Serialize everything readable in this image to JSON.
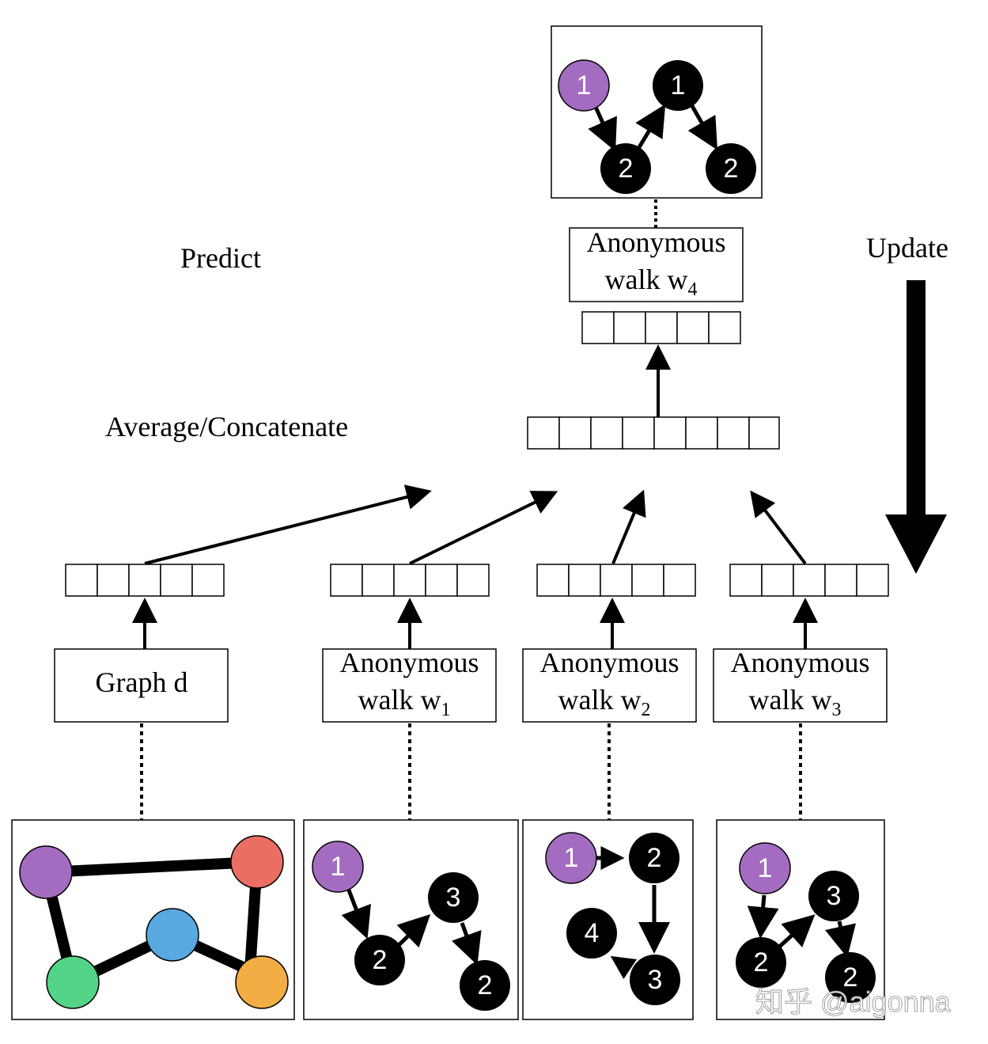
{
  "labels": {
    "predict": "Predict",
    "average": "Average/Concatenate",
    "update": "Update",
    "graph_d": "Graph d",
    "anonymous": "Anonymous",
    "walk": "walk w",
    "w1_sub": "1",
    "w2_sub": "2",
    "w3_sub": "3",
    "w4_sub": "4"
  },
  "walk4_nodes": [
    "1",
    "1",
    "2",
    "2"
  ],
  "walk1_nodes": [
    "1",
    "3",
    "2",
    "2"
  ],
  "walk2_nodes": [
    "1",
    "2",
    "4",
    "3"
  ],
  "walk3_nodes": [
    "1",
    "3",
    "2",
    "2"
  ],
  "graph_colors": {
    "purple": "#a36cc0",
    "red": "#ea6e64",
    "blue": "#59a9e0",
    "green": "#54d488",
    "orange": "#f2ae45"
  },
  "watermark": "知乎 @aigonna"
}
